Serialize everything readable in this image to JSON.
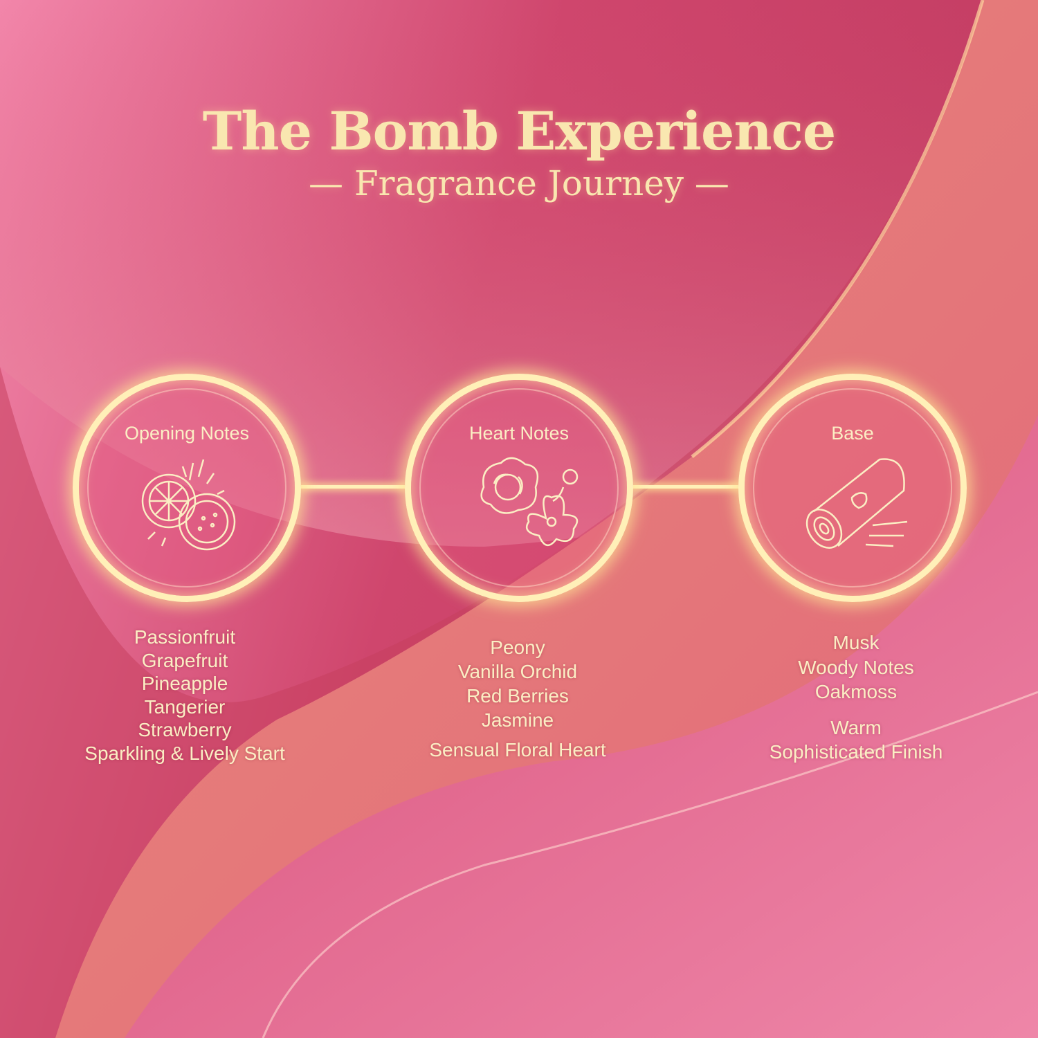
{
  "title": "The Bomb Experience",
  "subtitle": "— Fragrance Journey —",
  "stages": [
    {
      "label": "Opening Notes",
      "icon": "citrus-fruit-icon",
      "notes": [
        "Passionfruit",
        "Grapefruit",
        "Pineapple",
        "Tangerier",
        "Strawberry"
      ],
      "summary": [
        "Sparkling & Lively Start"
      ]
    },
    {
      "label": "Heart Notes",
      "icon": "flowers-icon",
      "notes": [
        "Peony",
        "Vanilla Orchid",
        "Red Berries",
        "Jasmine"
      ],
      "summary": [
        "Sensual Floral Heart"
      ]
    },
    {
      "label": "Base",
      "icon": "wood-log-icon",
      "notes": [
        "Musk",
        "Woody Notes",
        "Oakmoss"
      ],
      "summary": [
        "Warm",
        "Sophisticated Finish"
      ]
    }
  ],
  "colors": {
    "accent": "#fff0b8",
    "text": "#fbeec4",
    "bg_dark": "#c43d63",
    "bg_light": "#f08aa8"
  }
}
